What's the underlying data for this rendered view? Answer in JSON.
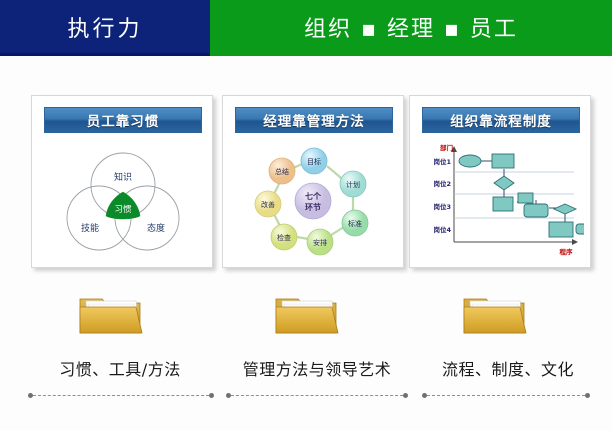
{
  "header": {
    "left_label": "执行力",
    "right_parts": [
      "组织",
      "经理",
      "员工"
    ],
    "right_separator": "▪",
    "right_label": "组织 ▪ 经理 ▪ 员工",
    "left_color": "#0d2379",
    "right_color": "#0a9b1a",
    "text_color": "#ffffff"
  },
  "cards": [
    {
      "title": "员工靠习惯",
      "diagram": "venn-three-circle",
      "venn": {
        "top_label": "知识",
        "left_label": "技能",
        "right_label": "态度",
        "center_label": "习惯",
        "center_fill": "#0b8a2a",
        "circle_stroke": "#9aa0a6",
        "label_color": "#243b6b"
      }
    },
    {
      "title": "经理靠管理方法",
      "diagram": "seven-step-cycle",
      "cycle": {
        "center_label": "七个\n环节",
        "center_line1": "七个",
        "center_line2": "环节",
        "center_fill": "#d9d3ea",
        "nodes": [
          {
            "label": "目标",
            "fill": "#aadcee"
          },
          {
            "label": "计划",
            "fill": "#bfe6e2"
          },
          {
            "label": "标准",
            "fill": "#b9e8c4"
          },
          {
            "label": "安排",
            "fill": "#cfe9a8"
          },
          {
            "label": "检查",
            "fill": "#dfeaa0"
          },
          {
            "label": "改善",
            "fill": "#efe9a2"
          },
          {
            "label": "总结",
            "fill": "#f3d9ad"
          }
        ]
      }
    },
    {
      "title": "组织靠流程制度",
      "diagram": "swimlane-flowchart",
      "flow": {
        "y_axis_title": "部门",
        "x_axis_title": "程序",
        "lanes": [
          "岗位1",
          "岗位2",
          "岗位3",
          "岗位4"
        ],
        "axis_label_color": "#c00000",
        "lane_label_color": "#1f1f6b",
        "node_fill": "#7fc9c2",
        "node_stroke": "#2f6f73",
        "grid_color": "#b9c4d6"
      }
    }
  ],
  "folders": [
    {
      "name": "folder-habits",
      "color": "#dba62a",
      "paper_color": "#ffffff"
    },
    {
      "name": "folder-methods",
      "color": "#dba62a",
      "paper_color": "#ffffff"
    },
    {
      "name": "folder-processes",
      "color": "#dba62a",
      "paper_color": "#ffffff"
    }
  ],
  "captions": [
    "习惯、工具/方法",
    "管理方法与领导艺术",
    "流程、制度、文化"
  ]
}
